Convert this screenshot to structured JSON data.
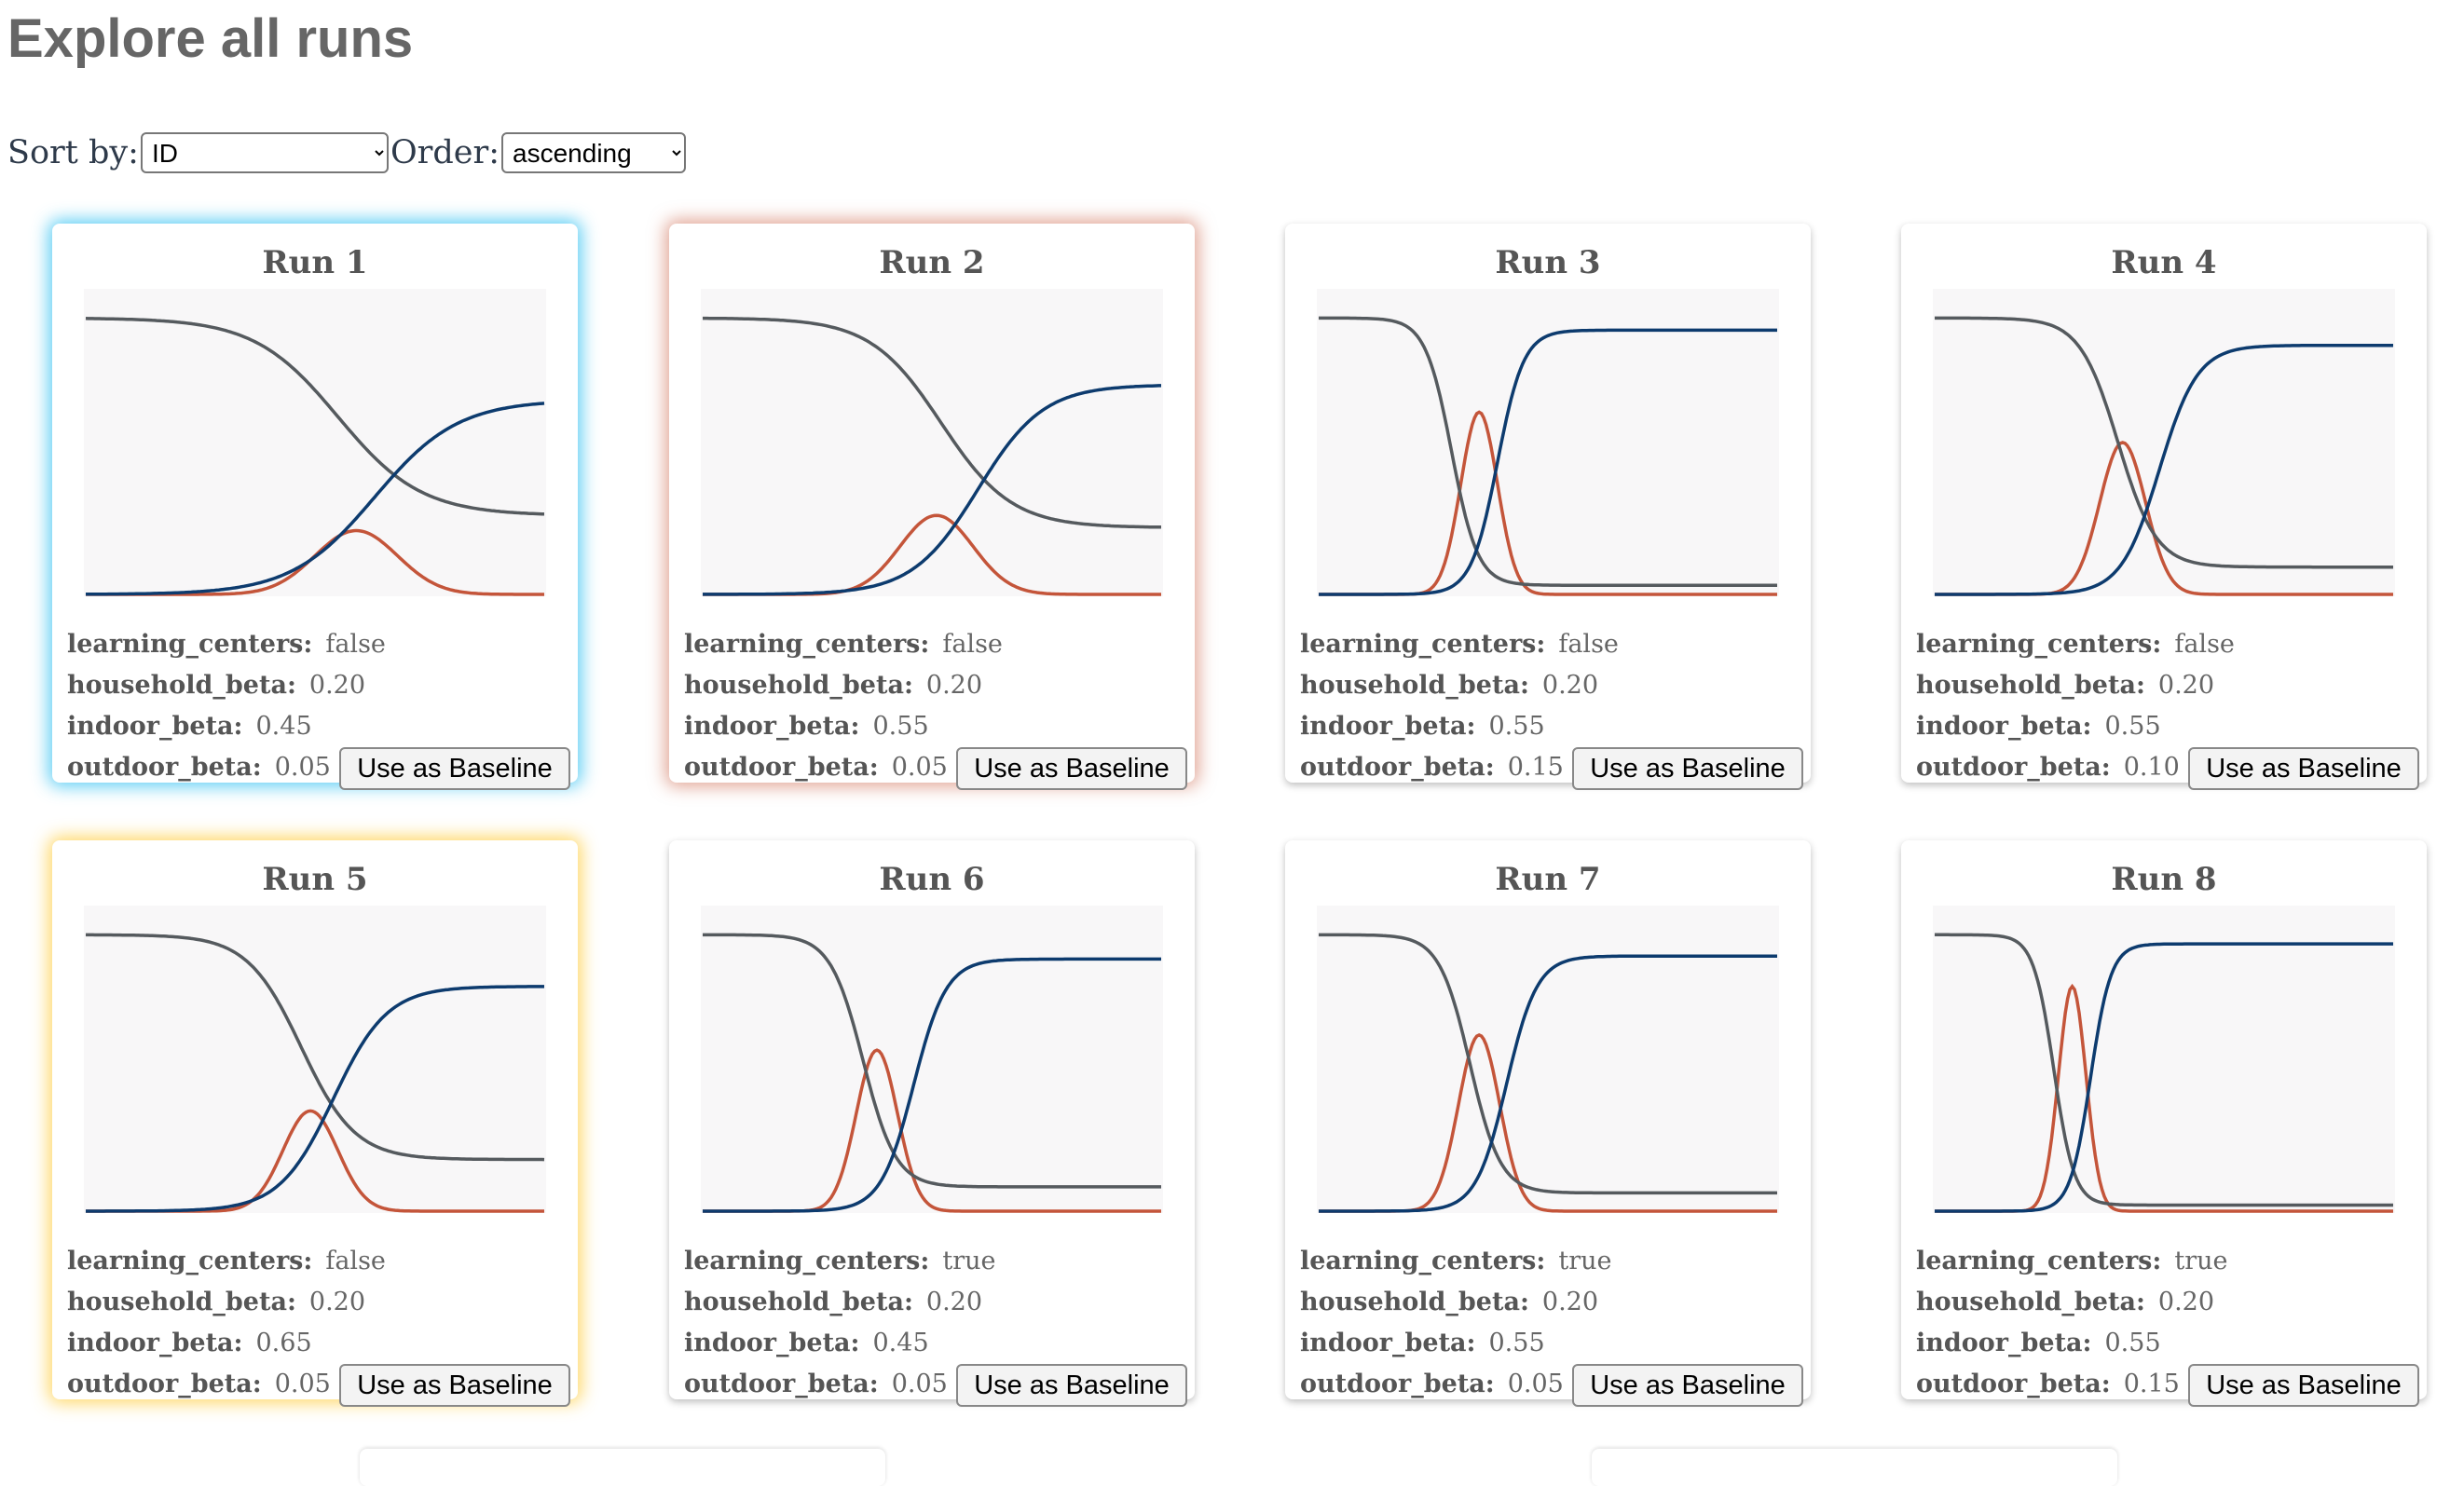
{
  "page_title": "Explore all runs",
  "sort": {
    "label": "Sort by:",
    "selected": "ID"
  },
  "order": {
    "label": "Order:",
    "selected": "ascending"
  },
  "baseline_button_label": "Use as Baseline",
  "colors": {
    "gray": "#555a5e",
    "blue": "#0d3b6e",
    "red": "#c4553a",
    "chart_bg": "#f8f7f8"
  },
  "runs": [
    {
      "title": "Run 1",
      "highlight": "blue",
      "params": [
        {
          "key": "learning_centers:",
          "value": "false"
        },
        {
          "key": "household_beta:",
          "value": "0.20"
        },
        {
          "key": "indoor_beta:",
          "value": "0.45"
        },
        {
          "key": "outdoor_beta:",
          "value": "0.05"
        }
      ]
    },
    {
      "title": "Run 2",
      "highlight": "red",
      "params": [
        {
          "key": "learning_centers:",
          "value": "false"
        },
        {
          "key": "household_beta:",
          "value": "0.20"
        },
        {
          "key": "indoor_beta:",
          "value": "0.55"
        },
        {
          "key": "outdoor_beta:",
          "value": "0.05"
        }
      ]
    },
    {
      "title": "Run 3",
      "highlight": "none",
      "params": [
        {
          "key": "learning_centers:",
          "value": "false"
        },
        {
          "key": "household_beta:",
          "value": "0.20"
        },
        {
          "key": "indoor_beta:",
          "value": "0.55"
        },
        {
          "key": "outdoor_beta:",
          "value": "0.15"
        }
      ]
    },
    {
      "title": "Run 4",
      "highlight": "none",
      "params": [
        {
          "key": "learning_centers:",
          "value": "false"
        },
        {
          "key": "household_beta:",
          "value": "0.20"
        },
        {
          "key": "indoor_beta:",
          "value": "0.55"
        },
        {
          "key": "outdoor_beta:",
          "value": "0.10"
        }
      ]
    },
    {
      "title": "Run 5",
      "highlight": "yellow",
      "params": [
        {
          "key": "learning_centers:",
          "value": "false"
        },
        {
          "key": "household_beta:",
          "value": "0.20"
        },
        {
          "key": "indoor_beta:",
          "value": "0.65"
        },
        {
          "key": "outdoor_beta:",
          "value": "0.05"
        }
      ]
    },
    {
      "title": "Run 6",
      "highlight": "none",
      "params": [
        {
          "key": "learning_centers:",
          "value": "true"
        },
        {
          "key": "household_beta:",
          "value": "0.20"
        },
        {
          "key": "indoor_beta:",
          "value": "0.45"
        },
        {
          "key": "outdoor_beta:",
          "value": "0.05"
        }
      ]
    },
    {
      "title": "Run 7",
      "highlight": "none",
      "params": [
        {
          "key": "learning_centers:",
          "value": "true"
        },
        {
          "key": "household_beta:",
          "value": "0.20"
        },
        {
          "key": "indoor_beta:",
          "value": "0.55"
        },
        {
          "key": "outdoor_beta:",
          "value": "0.05"
        }
      ]
    },
    {
      "title": "Run 8",
      "highlight": "none",
      "params": [
        {
          "key": "learning_centers:",
          "value": "true"
        },
        {
          "key": "household_beta:",
          "value": "0.20"
        },
        {
          "key": "indoor_beta:",
          "value": "0.55"
        },
        {
          "key": "outdoor_beta:",
          "value": "0.15"
        }
      ]
    }
  ],
  "chart_data": [
    {
      "type": "line",
      "run": "Run 1",
      "x_range": [
        0,
        100
      ],
      "y_range": [
        0,
        1
      ],
      "series": [
        {
          "color": "gray",
          "start": 0.91,
          "end": 0.26,
          "midpoint": 55,
          "steepness": 0.11
        },
        {
          "color": "blue",
          "start": 0.0,
          "end": 0.64,
          "midpoint": 63,
          "steepness": 0.11
        },
        {
          "color": "red",
          "peak": 0.21,
          "center": 59,
          "width": 9
        }
      ]
    },
    {
      "type": "line",
      "run": "Run 2",
      "x_range": [
        0,
        100
      ],
      "y_range": [
        0,
        1
      ],
      "series": [
        {
          "color": "gray",
          "start": 0.91,
          "end": 0.22,
          "midpoint": 52,
          "steepness": 0.13
        },
        {
          "color": "blue",
          "start": 0.0,
          "end": 0.69,
          "midpoint": 60,
          "steepness": 0.14
        },
        {
          "color": "red",
          "peak": 0.26,
          "center": 51,
          "width": 8
        }
      ]
    },
    {
      "type": "line",
      "run": "Run 3",
      "x_range": [
        0,
        100
      ],
      "y_range": [
        0,
        1
      ],
      "series": [
        {
          "color": "gray",
          "start": 0.91,
          "end": 0.03,
          "midpoint": 29,
          "steepness": 0.35
        },
        {
          "color": "blue",
          "start": 0.0,
          "end": 0.87,
          "midpoint": 39,
          "steepness": 0.35
        },
        {
          "color": "red",
          "peak": 0.6,
          "center": 35,
          "width": 4
        }
      ]
    },
    {
      "type": "line",
      "run": "Run 4",
      "x_range": [
        0,
        100
      ],
      "y_range": [
        0,
        1
      ],
      "series": [
        {
          "color": "gray",
          "start": 0.91,
          "end": 0.09,
          "midpoint": 40,
          "steepness": 0.24
        },
        {
          "color": "blue",
          "start": 0.0,
          "end": 0.82,
          "midpoint": 49,
          "steepness": 0.24
        },
        {
          "color": "red",
          "peak": 0.5,
          "center": 41,
          "width": 5
        }
      ]
    },
    {
      "type": "line",
      "run": "Run 5",
      "x_range": [
        0,
        100
      ],
      "y_range": [
        0,
        1
      ],
      "series": [
        {
          "color": "gray",
          "start": 0.91,
          "end": 0.17,
          "midpoint": 47,
          "steepness": 0.17
        },
        {
          "color": "blue",
          "start": 0.0,
          "end": 0.74,
          "midpoint": 54,
          "steepness": 0.17
        },
        {
          "color": "red",
          "peak": 0.33,
          "center": 49,
          "width": 6
        }
      ]
    },
    {
      "type": "line",
      "run": "Run 6",
      "x_range": [
        0,
        100
      ],
      "y_range": [
        0,
        1
      ],
      "series": [
        {
          "color": "gray",
          "start": 0.91,
          "end": 0.08,
          "midpoint": 35,
          "steepness": 0.28
        },
        {
          "color": "blue",
          "start": 0.0,
          "end": 0.83,
          "midpoint": 46,
          "steepness": 0.28
        },
        {
          "color": "red",
          "peak": 0.53,
          "center": 38,
          "width": 4.5
        }
      ]
    },
    {
      "type": "line",
      "run": "Run 7",
      "x_range": [
        0,
        100
      ],
      "y_range": [
        0,
        1
      ],
      "series": [
        {
          "color": "gray",
          "start": 0.91,
          "end": 0.06,
          "midpoint": 33,
          "steepness": 0.3
        },
        {
          "color": "blue",
          "start": 0.0,
          "end": 0.84,
          "midpoint": 41,
          "steepness": 0.3
        },
        {
          "color": "red",
          "peak": 0.58,
          "center": 35,
          "width": 4.5
        }
      ]
    },
    {
      "type": "line",
      "run": "Run 8",
      "x_range": [
        0,
        100
      ],
      "y_range": [
        0,
        1
      ],
      "series": [
        {
          "color": "gray",
          "start": 0.91,
          "end": 0.02,
          "midpoint": 26,
          "steepness": 0.45
        },
        {
          "color": "blue",
          "start": 0.0,
          "end": 0.88,
          "midpoint": 34,
          "steepness": 0.45
        },
        {
          "color": "red",
          "peak": 0.74,
          "center": 30,
          "width": 3
        }
      ]
    }
  ]
}
